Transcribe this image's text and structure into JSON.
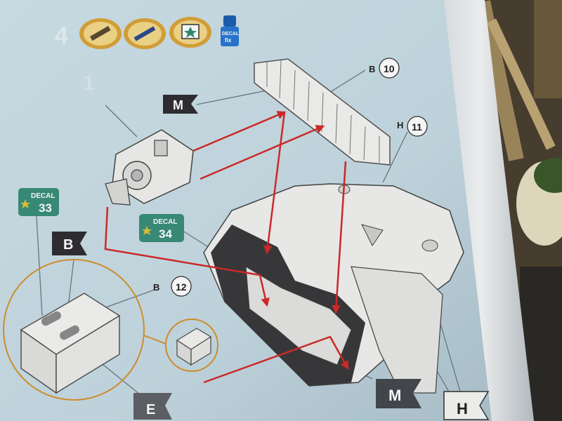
{
  "step": {
    "number": "4",
    "sub_number": "1"
  },
  "icons": [
    "glue-brush-icon",
    "paint-brush-icon",
    "decal-sheet-icon",
    "decal-fix-bottle-icon"
  ],
  "decal_bottle": {
    "line1": "DECAL",
    "line2": "fix"
  },
  "decals": [
    {
      "label": "DECAL",
      "number": "33"
    },
    {
      "label": "DECAL",
      "number": "34"
    }
  ],
  "parts": [
    {
      "sprue": "B",
      "number": "10"
    },
    {
      "sprue": "H",
      "number": "11"
    },
    {
      "sprue": "B",
      "number": "12"
    }
  ],
  "flags": {
    "m_top": "M",
    "b_left": "B",
    "e_bottom": "E",
    "m_bottom": "M",
    "h_bottom": "H"
  },
  "colors": {
    "page": "#c9dde6",
    "arrow": "#d42a2a",
    "callout_circle": "#d7922c",
    "decal_badge": "#3a8f7a",
    "flag": "#2f2f33"
  }
}
